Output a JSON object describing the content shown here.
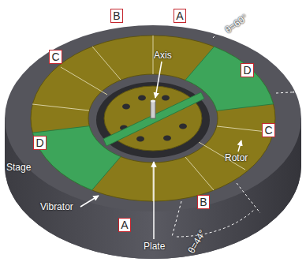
{
  "diagram": {
    "nodes": [
      {
        "text": [
          "B"
        ]
      },
      {
        "text": [
          "A"
        ]
      },
      {
        "text": [
          "C"
        ]
      },
      {
        "text": [
          "D"
        ]
      },
      {
        "text": [
          "C"
        ]
      },
      {
        "text": [
          "D"
        ]
      },
      {
        "text": [
          "A"
        ]
      },
      {
        "text": [
          "B"
        ]
      }
    ],
    "labels": [
      "θ=60°",
      "Axis",
      "Rotor",
      "Stage",
      "Vibrator",
      "Plate",
      "θ=44°"
    ]
  }
}
